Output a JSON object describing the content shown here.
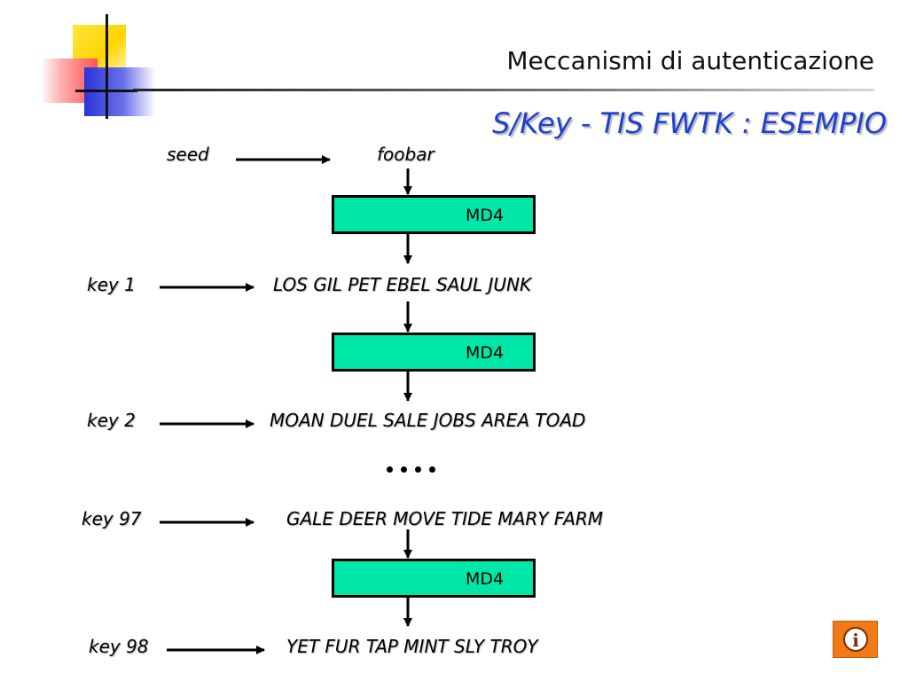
{
  "header": {
    "title": "Meccanismi di autenticazione",
    "subtitle": "S/Key - TIS FWTK : ESEMPIO"
  },
  "diagram": {
    "seed_label": "seed",
    "seed_value": "foobar",
    "function_label": "MD4",
    "keys": [
      {
        "label": "key 1",
        "words": "LOS GIL PET  EBEL SAUL JUNK"
      },
      {
        "label": "key 2",
        "words": "MOAN DUEL SALE JOBS AREA TOAD"
      },
      {
        "label": "key 97",
        "words": "GALE DEER MOVE TIDE MARY FARM"
      },
      {
        "label": "key 98",
        "words": "YET FUR TAP MINT SLY TROY"
      }
    ]
  },
  "colors": {
    "box_fill": "#00e5a8",
    "subtitle": "#1f3fd0",
    "info_button": "#f07a18"
  },
  "icons": {
    "info": "info-icon"
  }
}
